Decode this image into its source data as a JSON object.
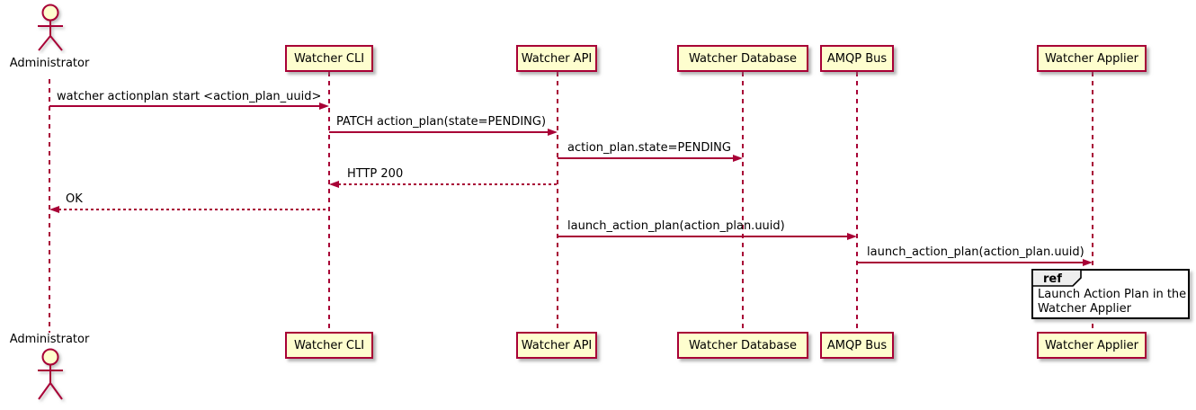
{
  "diagram": {
    "type": "sequence",
    "actor": {
      "name": "Administrator"
    },
    "participants": [
      {
        "name": "Watcher CLI"
      },
      {
        "name": "Watcher API"
      },
      {
        "name": "Watcher Database"
      },
      {
        "name": "AMQP Bus"
      },
      {
        "name": "Watcher Applier"
      }
    ],
    "messages": [
      {
        "label": "watcher actionplan start <action_plan_uuid>",
        "from": "Administrator",
        "to": "Watcher CLI",
        "style": "solid"
      },
      {
        "label": "PATCH action_plan(state=PENDING)",
        "from": "Watcher CLI",
        "to": "Watcher API",
        "style": "solid"
      },
      {
        "label": "action_plan.state=PENDING",
        "from": "Watcher API",
        "to": "Watcher Database",
        "style": "solid"
      },
      {
        "label": "HTTP 200",
        "from": "Watcher API",
        "to": "Watcher CLI",
        "style": "dashed"
      },
      {
        "label": "OK",
        "from": "Watcher CLI",
        "to": "Administrator",
        "style": "dashed"
      },
      {
        "label": "launch_action_plan(action_plan.uuid)",
        "from": "Watcher API",
        "to": "AMQP Bus",
        "style": "solid"
      },
      {
        "label": "launch_action_plan(action_plan.uuid)",
        "from": "AMQP Bus",
        "to": "Watcher Applier",
        "style": "solid"
      }
    ],
    "ref": {
      "keyword": "ref",
      "text": "Launch Action Plan in the\nWatcher Applier",
      "over": "Watcher Applier"
    },
    "colors": {
      "participant_fill": "#FEFECE",
      "line_color": "#A80036",
      "ref_border": "#000000",
      "ref_header_fill": "#EEEEEE",
      "text_color": "#000000"
    }
  }
}
